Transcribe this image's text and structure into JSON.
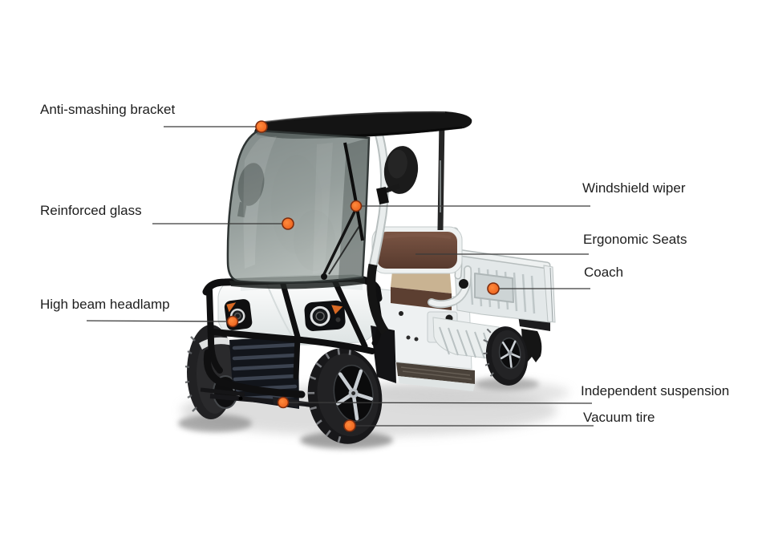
{
  "diagram": {
    "subject": "electric-utility-cart-feature-diagram",
    "background_color": "#ffffff",
    "annotation": {
      "dot_fill": "#ee5f1d",
      "dot_ring": "#7e2d0e",
      "line_color": "#3a3a3a",
      "text_color": "#1d1d1d"
    },
    "labels": [
      {
        "id": "anti-smashing-bracket",
        "text": "Anti-smashing bracket"
      },
      {
        "id": "reinforced-glass",
        "text": "Reinforced glass"
      },
      {
        "id": "high-beam-headlamp",
        "text": "High beam headlamp"
      },
      {
        "id": "windshield-wiper",
        "text": "Windshield wiper"
      },
      {
        "id": "ergonomic-seats",
        "text": "Ergonomic Seats"
      },
      {
        "id": "coach",
        "text": "Coach"
      },
      {
        "id": "independent-suspension",
        "text": "Independent suspension"
      },
      {
        "id": "vacuum-tire",
        "text": "Vacuum tire"
      }
    ],
    "vehicle_colors": {
      "body": "#f3f5f5",
      "roof": "#141414",
      "glass": "#7d8784",
      "seat": "#6b4638",
      "cargo_bed": "#e3e8e9",
      "tires": "#19191b"
    }
  }
}
